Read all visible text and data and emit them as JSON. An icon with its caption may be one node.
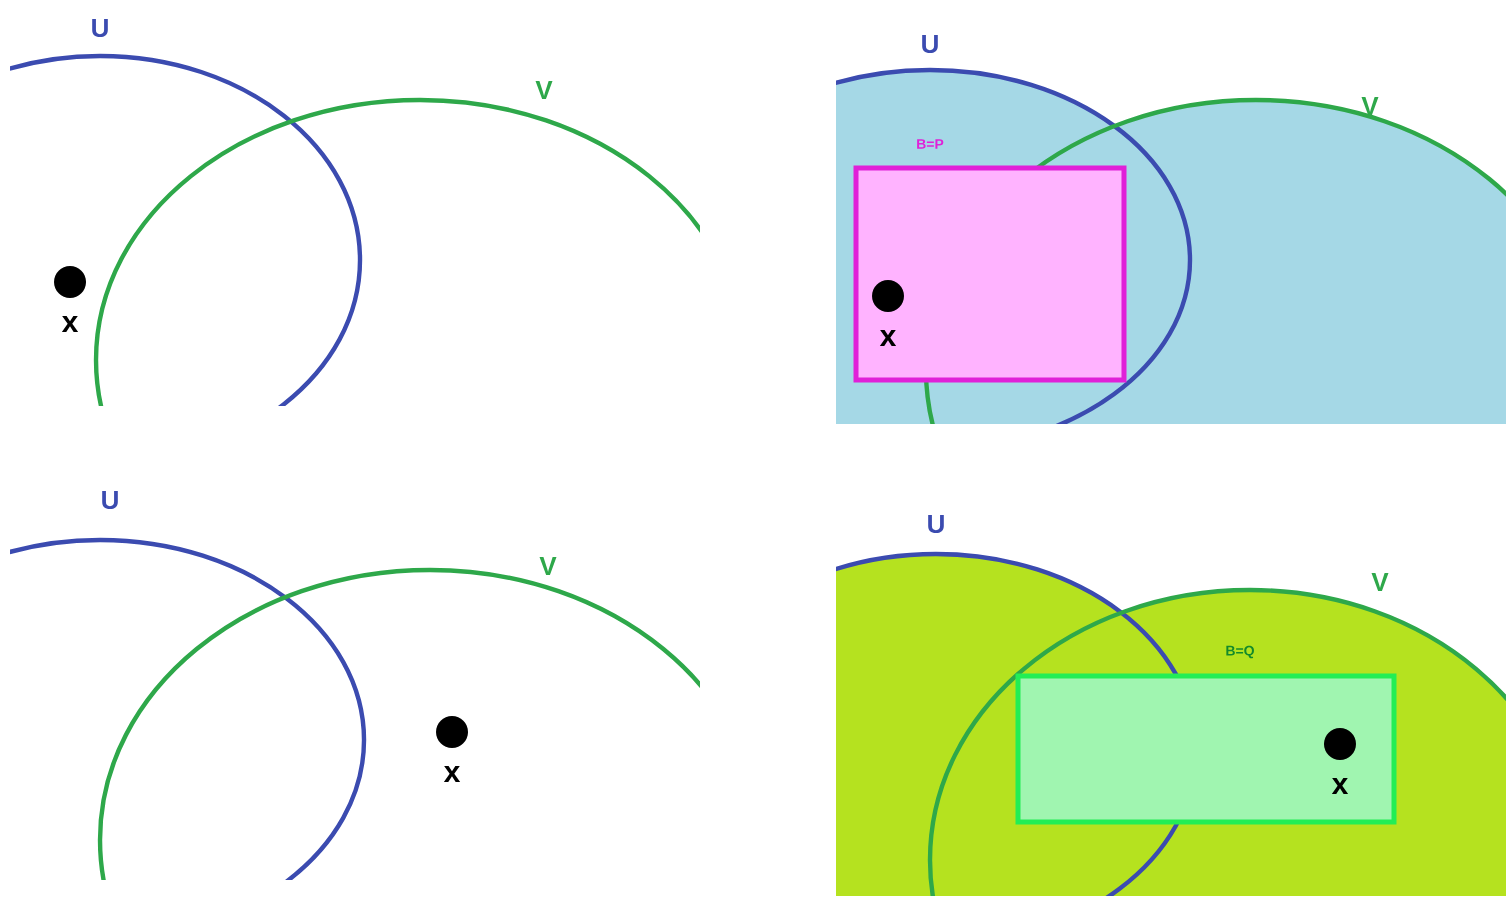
{
  "diagram": {
    "nodes": [
      {
        "text": [
          "B=P"
        ]
      },
      {
        "text": [
          "B=Q"
        ]
      }
    ],
    "labels": [
      "U",
      "V",
      "x",
      "U",
      "V",
      "x",
      "U",
      "V",
      "x",
      "U",
      "V",
      "x"
    ]
  }
}
